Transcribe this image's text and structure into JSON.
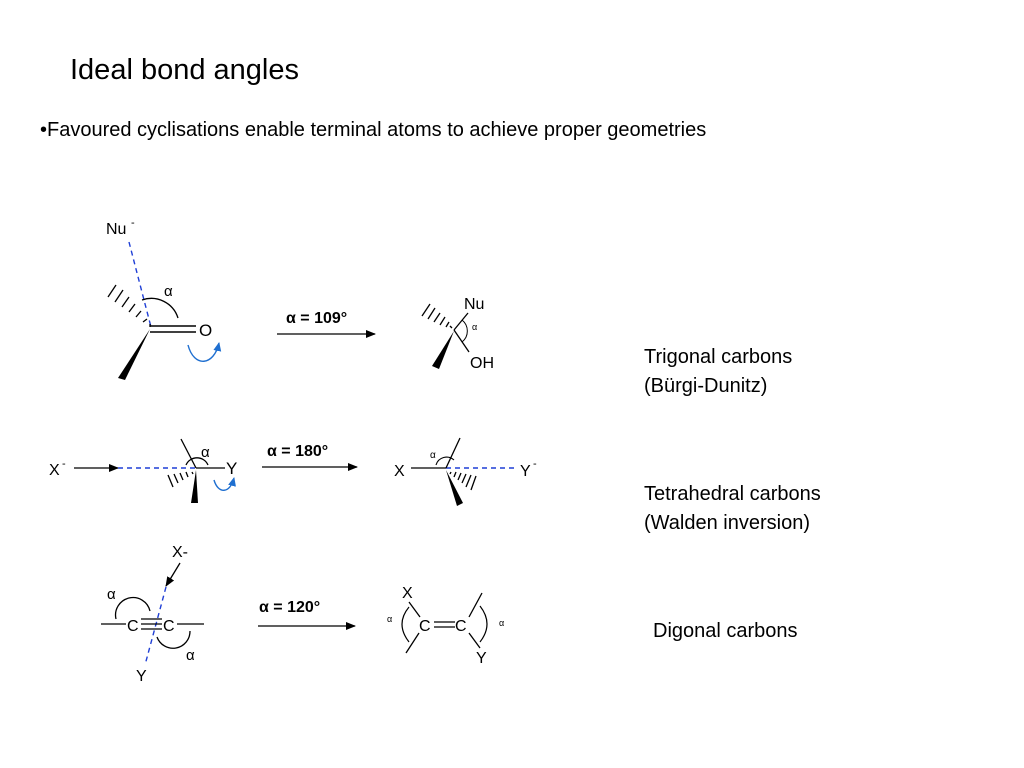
{
  "slide": {
    "title": "Ideal bond angles",
    "bullet": "•Favoured cyclisations enable terminal atoms to achieve proper geometries"
  },
  "rows": [
    {
      "reactant": {
        "nucleophile": "Nu",
        "nucleophile_charge": "-",
        "carbonyl_o": "O",
        "angle_symbol": "α"
      },
      "arrow_label": "α = 109°",
      "product": {
        "nu": "Nu",
        "oh": "OH",
        "angle_symbol": "α"
      },
      "category": [
        "Trigonal carbons",
        "(Bürgi-Dunitz)"
      ]
    },
    {
      "reactant": {
        "x": "X",
        "x_charge": "-",
        "y": "Y",
        "angle_symbol": "α"
      },
      "arrow_label": "α = 180°",
      "product": {
        "x": "X",
        "y": "Y",
        "y_charge": "-",
        "angle_symbol": "α"
      },
      "category": [
        "Tetrahedral carbons",
        "(Walden inversion)"
      ]
    },
    {
      "reactant": {
        "x": "X-",
        "c1": "C",
        "c2": "C",
        "y": "Y",
        "angle_symbol": "α"
      },
      "arrow_label": "α = 120°",
      "product": {
        "x": "X",
        "c1": "C",
        "c2": "C",
        "y": "Y",
        "angle_symbol": "α"
      },
      "category": [
        "Digonal carbons"
      ]
    }
  ],
  "colors": {
    "dashed_bond": "#1f3fd6",
    "curly_arrow": "#1f6fd0",
    "ink": "#000000"
  }
}
